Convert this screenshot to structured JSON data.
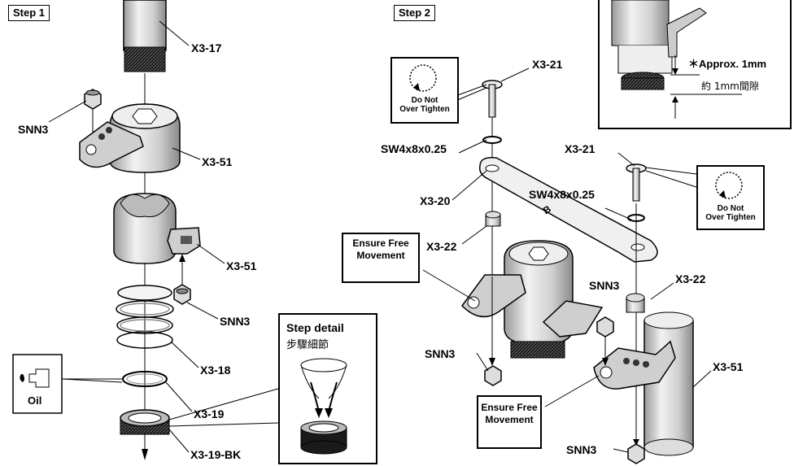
{
  "steps": {
    "step1": "Step 1",
    "step2": "Step 2"
  },
  "step1_labels": {
    "x3_17": "X3-17",
    "snn3_top": "SNN3",
    "x3_51_top": "X3-51",
    "x3_51_mid": "X3-51",
    "snn3_mid": "SNN3",
    "x3_18": "X3-18",
    "x3_19": "X3-19",
    "x3_19_bk": "X3-19-BK",
    "oil": "Oil"
  },
  "step_detail": {
    "title": "Step detail",
    "subtitle": "步驟細節"
  },
  "step2_labels": {
    "x3_21_a": "X3-21",
    "x3_21_b": "X3-21",
    "sw_a": "SW4x8x0.25",
    "sw_b": "SW4x8x0.25",
    "x3_20": "X3-20",
    "x3_22_a": "X3-22",
    "x3_22_b": "X3-22",
    "snn3_a": "SNN3",
    "snn3_b": "SNN3",
    "snn3_c": "SNN3",
    "x3_51": "X3-51",
    "ensure_a": "Ensure Free Movement",
    "ensure_b": "Ensure Free Movement",
    "link_mark": "B"
  },
  "do_not_over_tighten": [
    "Do Not",
    "Over Tighten"
  ],
  "approx": {
    "en": "＊Approx. 1mm",
    "zh": "約 1mm間隙"
  }
}
